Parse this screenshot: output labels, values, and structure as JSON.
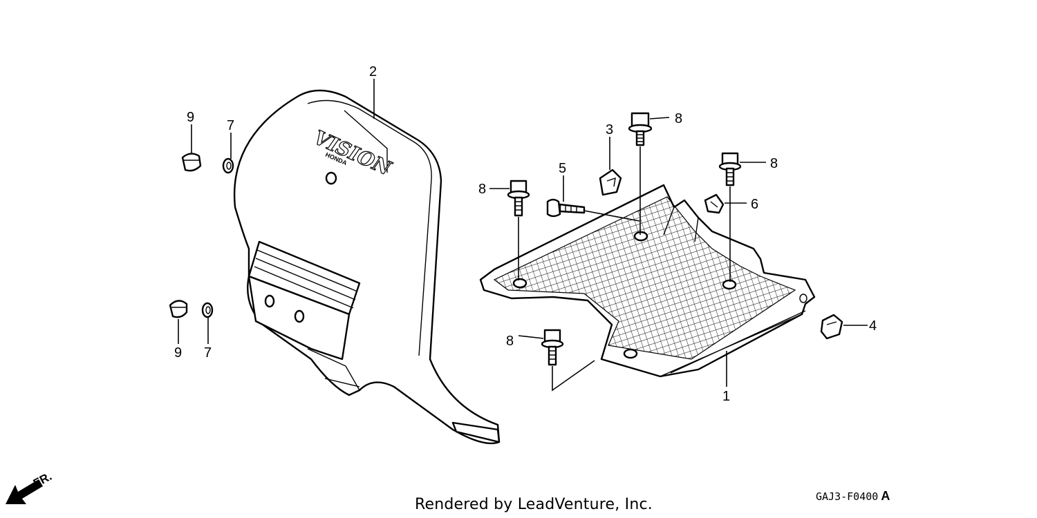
{
  "callouts": {
    "c2": "2",
    "c9a": "9",
    "c7a": "7",
    "c9b": "9",
    "c7b": "7",
    "c3": "3",
    "c8a": "8",
    "c8b": "8",
    "c8c": "8",
    "c8d": "8",
    "c5": "5",
    "c6": "6",
    "c4": "4",
    "c1": "1"
  },
  "branding": {
    "logo_text": "VISION",
    "logo_sub": "HONDA"
  },
  "direction": "FR.",
  "credit": "Rendered by LeadVenture, Inc.",
  "diagram_code": "GAJ3-F0400",
  "diagram_rev": "A"
}
